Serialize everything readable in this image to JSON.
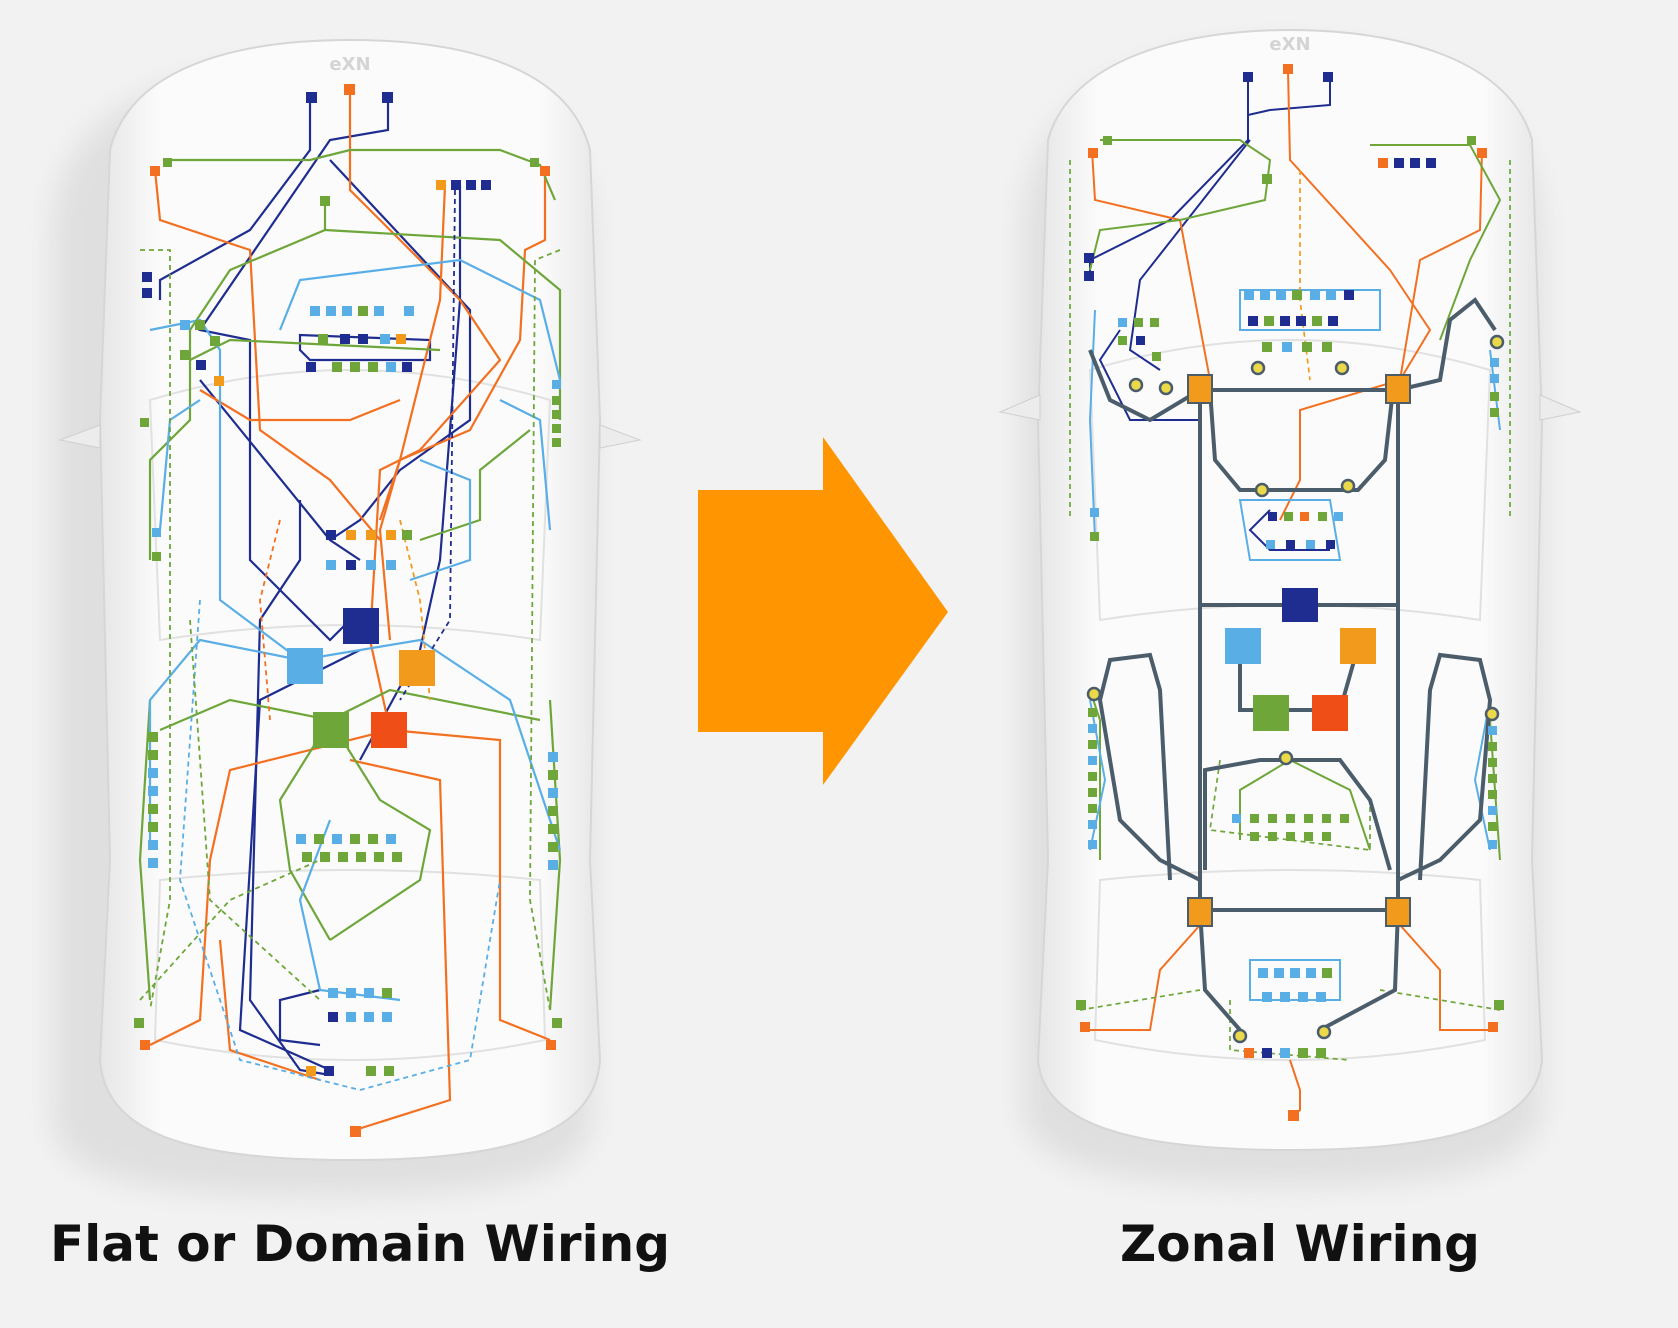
{
  "captions": {
    "left": "Flat or Domain Wiring",
    "right": "Zonal Wiring"
  },
  "car_logo": "eXN",
  "colors": {
    "background": "#f2f2f2",
    "arrow": "#ff9500",
    "harness_orange": "#f37021",
    "harness_navy": "#1e2d8f",
    "harness_light_blue": "#5aaee6",
    "harness_green": "#6ea63a",
    "zonal_backbone": "#4b5d6b",
    "zonal_node": "#f29a1c",
    "zonal_connector": "#ecd94a",
    "ecu_red": "#f04e17"
  },
  "icons": [
    "car-body-icon",
    "arrow-right-icon",
    "zonal-controller-icon",
    "ecu-icon",
    "connector-icon"
  ]
}
